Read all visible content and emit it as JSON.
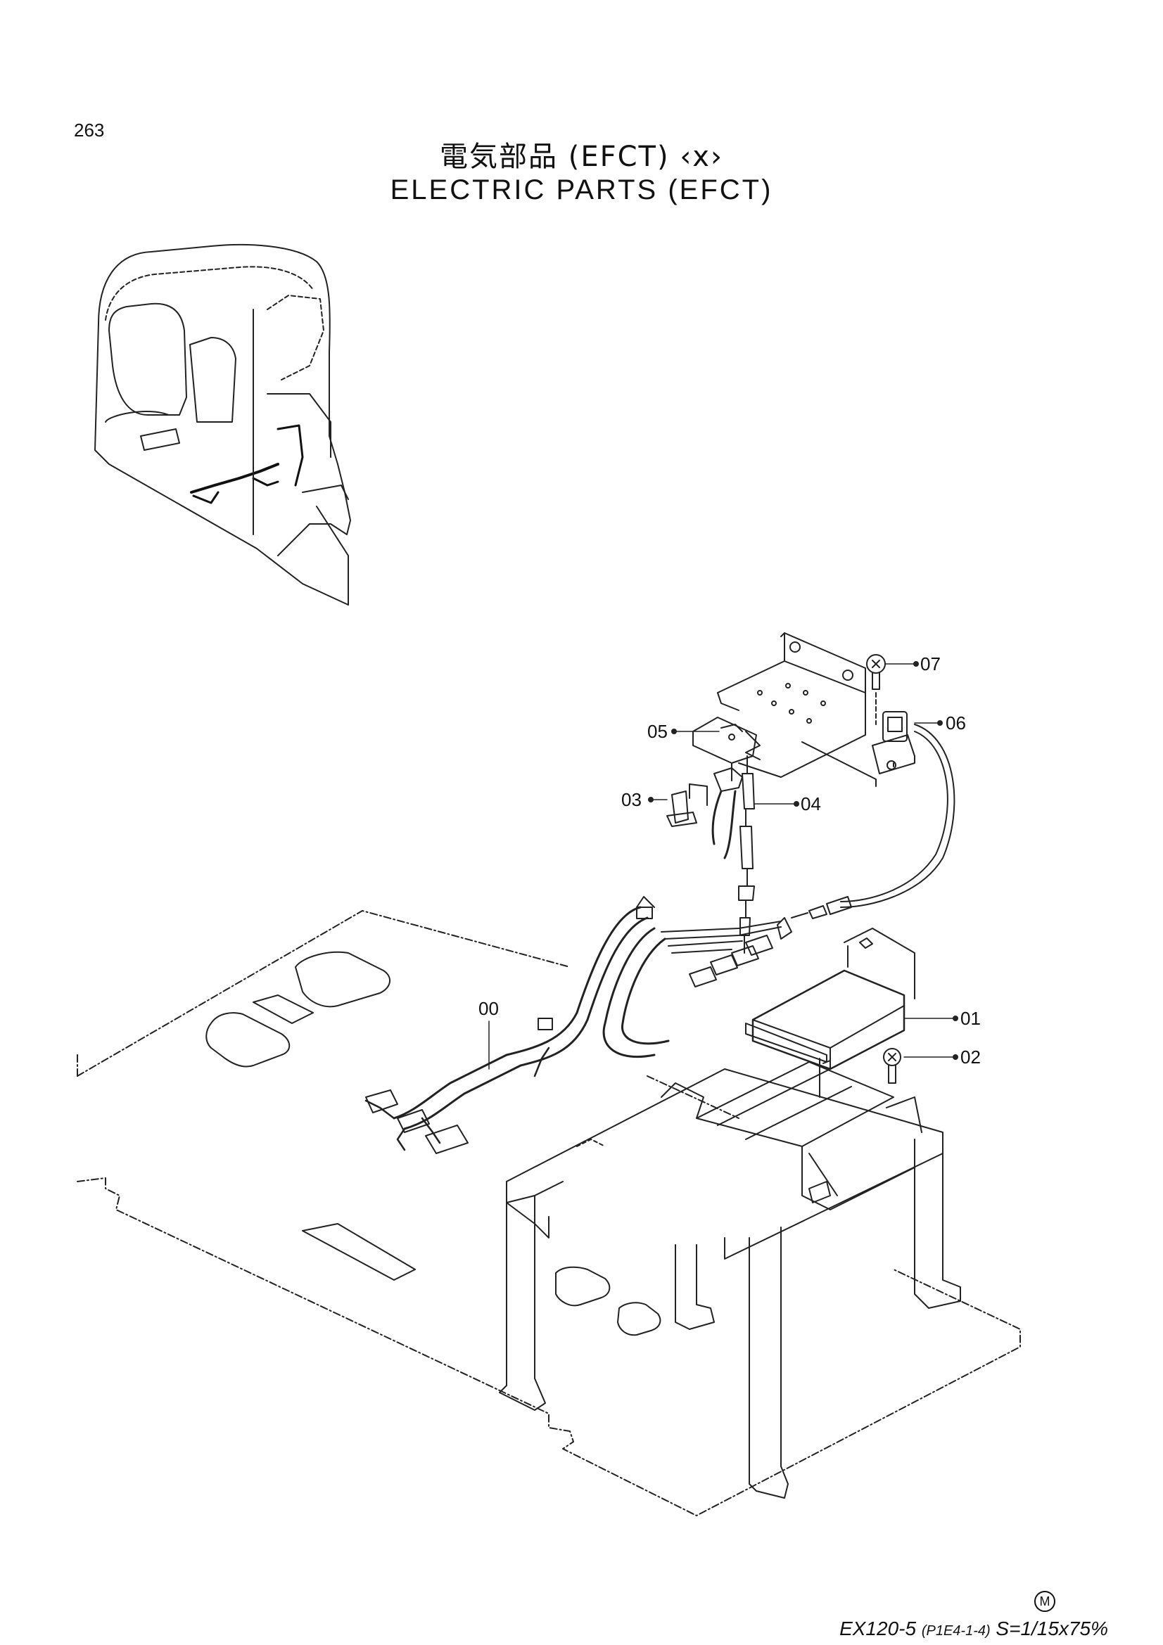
{
  "page": {
    "number": "263"
  },
  "title": {
    "japanese": "電気部品 (EFCT)",
    "variant": "‹x›",
    "english": "ELECTRIC PARTS (EFCT)"
  },
  "callouts": [
    "00",
    "01",
    "02",
    "03",
    "04",
    "05",
    "06",
    "07"
  ],
  "footer": {
    "mark": "M",
    "model": "EX120-5",
    "ref": "(P1E4-1-4)",
    "scale": "S=1/15x75%"
  }
}
